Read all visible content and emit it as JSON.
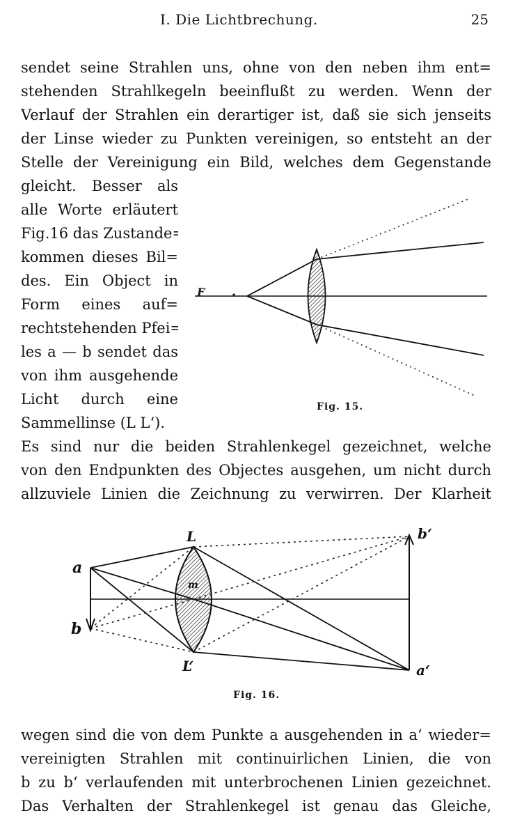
{
  "header": {
    "title": "I. Die Lichtbrechung.",
    "page_number": "25"
  },
  "paragraph1": [
    "sendet seine Strahlen uns, ohne von den neben ihm ent=",
    "stehenden Strahlkegeln beeinflußt zu werden. Wenn der",
    "Verlauf der Strahlen ein derartiger ist, daß sie sich jenseits",
    "der Linse wieder zu Punkten vereinigen, so entsteht an der",
    "Stelle der Vereinigung ein Bild, welches dem Gegenstande"
  ],
  "narrow_column": [
    "gleicht. Besser als",
    "alle Worte erläutert",
    "Fig.16 das Zustande=",
    "kommen dieses Bil=",
    "des. Ein Object in",
    "Form eines auf=",
    "rechtstehenden Pfei=",
    "les a — b sendet das",
    "von ihm ausgehende",
    "Licht durch eine",
    "Sammellinse (L L‘)."
  ],
  "paragraph2": [
    "Es sind nur die beiden Strahlenkegel gezeichnet, welche",
    "von den Endpunkten des Objectes ausgehen, um nicht durch",
    "allzuviele Linien die Zeichnung zu verwirren. Der Klarheit"
  ],
  "paragraph3": [
    "wegen sind die von dem Punkte a ausgehenden in a‘ wieder=",
    "vereinigten Strahlen mit continuirlichen Linien, die von",
    "b zu b‘ verlaufenden mit unterbrochenen Linien gezeichnet.",
    "Das Verhalten der Strahlenkegel ist genau das Gleiche,"
  ],
  "fig15": {
    "caption": "Fig. 15.",
    "label_F": "F"
  },
  "fig16": {
    "caption": "Fig. 16.",
    "label_a": "a",
    "label_b": "b",
    "label_L": "L",
    "label_L_prime": "L‘",
    "label_m": "m",
    "label_a_prime": "a‘",
    "label_b_prime": "b‘"
  }
}
